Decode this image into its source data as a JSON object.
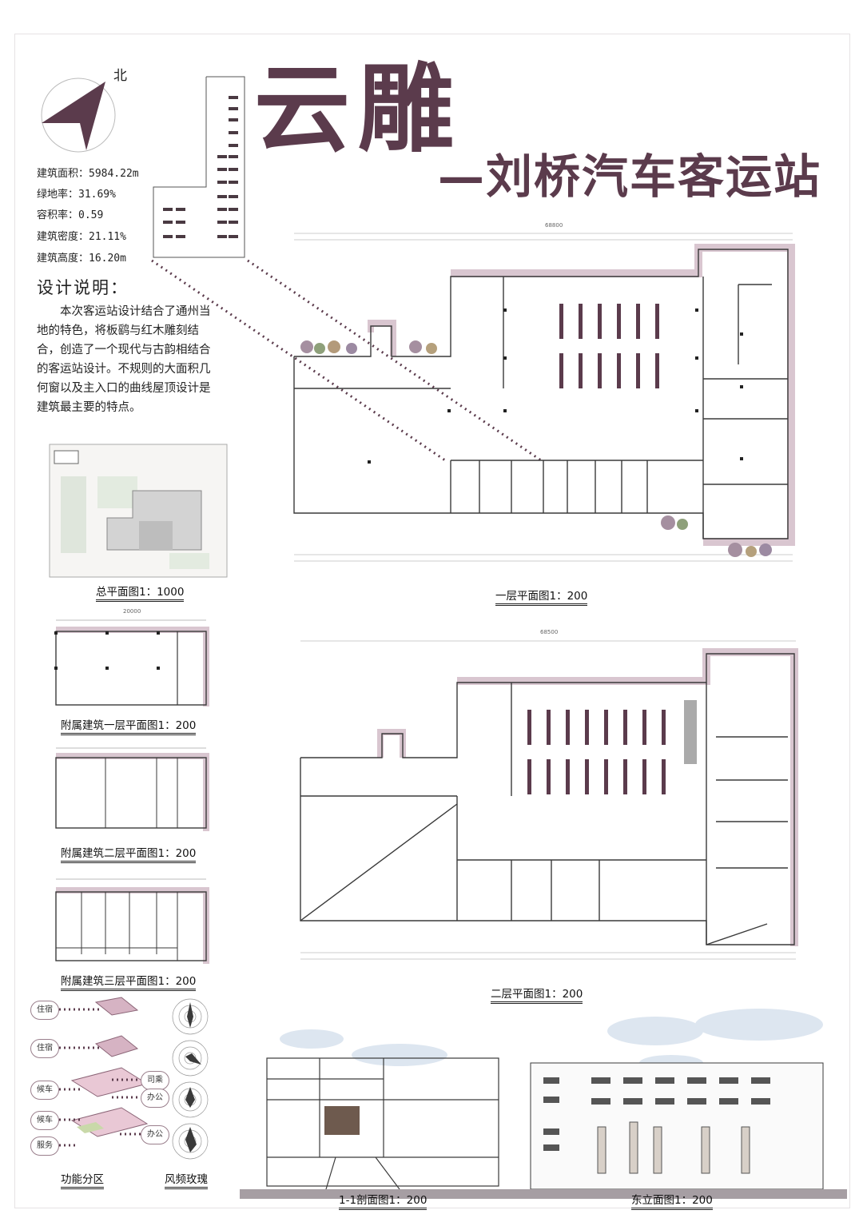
{
  "title": {
    "main": "云雕",
    "sub": "—刘桥汽车客运站"
  },
  "north_label": "北",
  "stats": [
    "建筑面积：5984.22m",
    "绿地率：31.69%",
    "容积率：0.59",
    "建筑密度：21.11%",
    "建筑高度：16.20m"
  ],
  "design": {
    "heading": "设计说明：",
    "text": "本次客运站设计结合了通州当地的特色，将板鹞与红木雕刻结合，创造了一个现代与古韵相结合的客运站设计。不规则的大面积几何窗以及主入口的曲线屋顶设计是建筑最主要的特点。"
  },
  "captions": {
    "site_plan": "总平面图1：1000",
    "floor1": "一层平面图1：200",
    "floor2": "二层平面图1：200",
    "annex1": "附属建筑一层平面图1：200",
    "annex2": "附属建筑二层平面图1：200",
    "annex3": "附属建筑三层平面图1：200",
    "function_zones": "功能分区",
    "wind_rose": "风频玫瑰",
    "section": "1-1剖面图1：200",
    "east_elevation": "东立面图1：200"
  },
  "function_labels": [
    "住宿",
    "住宿",
    "候车",
    "候车",
    "服务",
    "司乘",
    "办公",
    "办公"
  ],
  "dimensions": {
    "floor1_total": "68800",
    "floor2_total": "68500",
    "annex_total": "20000"
  },
  "colors": {
    "accent": "#5b3b4c",
    "wall": "#3a3a3a",
    "shadow": "#d9cbd3"
  }
}
